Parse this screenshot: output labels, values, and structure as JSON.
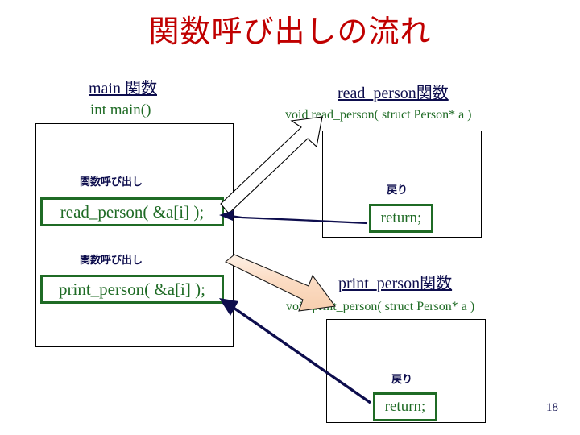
{
  "slide": {
    "title": "関数呼び出しの流れ",
    "page_number": "18",
    "title_color": "#c00000",
    "navy_color": "#0d0d4d",
    "green_color": "#1f6b25",
    "peach_color": "#fbe0cc"
  },
  "main_function": {
    "heading": "main 関数",
    "signature": "int main()",
    "call_label_1": "関数呼び出し",
    "call_statement_1": "read_person( &a[i] );",
    "call_label_2": "関数呼び出し",
    "call_statement_2": "print_person( &a[i] );"
  },
  "read_person_function": {
    "heading": "read_person関数",
    "signature": "void read_person( struct Person* a )",
    "return_label": "戻り",
    "return_statement": "return;"
  },
  "print_person_function": {
    "heading": "print_person関数",
    "signature": "void print_person( struct Person* a )",
    "return_label": "戻り",
    "return_statement": "return;"
  },
  "arrows": [
    {
      "name": "call-read-person-arrow",
      "style": "hollow-block",
      "direction": "up-right"
    },
    {
      "name": "return-from-read-person-arrow",
      "style": "thin-line",
      "direction": "left"
    },
    {
      "name": "call-print-person-arrow",
      "style": "peach-block",
      "direction": "down-right"
    },
    {
      "name": "return-from-print-person-arrow",
      "style": "thick-line",
      "direction": "up-left"
    }
  ]
}
